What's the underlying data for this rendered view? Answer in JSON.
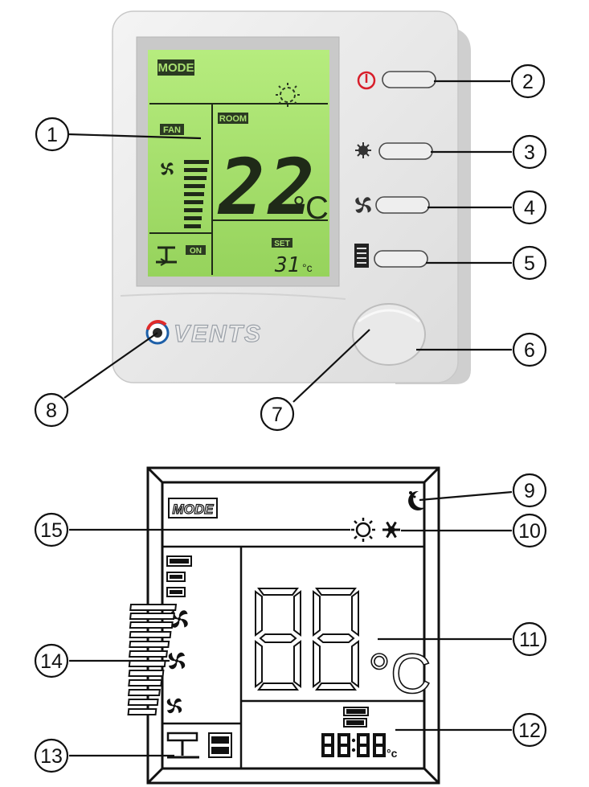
{
  "device": {
    "lcd": {
      "mode_label": "MODE",
      "fan_label": "FAN",
      "room_label": "ROOM",
      "temperature": "22",
      "unit": "°C",
      "set_label": "SET",
      "set_value": "31",
      "set_unit": "°c",
      "valve_status": "ON"
    },
    "brand": "VENTS"
  },
  "display": {
    "mode_label": "MODE",
    "unit": "°C",
    "small_unit": "°c"
  },
  "callouts": [
    {
      "number": "1"
    },
    {
      "number": "2"
    },
    {
      "number": "3"
    },
    {
      "number": "4"
    },
    {
      "number": "5"
    },
    {
      "number": "6"
    },
    {
      "number": "7"
    },
    {
      "number": "8"
    },
    {
      "number": "9"
    },
    {
      "number": "10"
    },
    {
      "number": "11"
    },
    {
      "number": "12"
    },
    {
      "number": "13"
    },
    {
      "number": "14"
    },
    {
      "number": "15"
    }
  ],
  "colors": {
    "lcd_green": "#a8e070",
    "lcd_dark": "#1f2a18",
    "panel": "#ececec",
    "power_red": "#d81e2a"
  }
}
